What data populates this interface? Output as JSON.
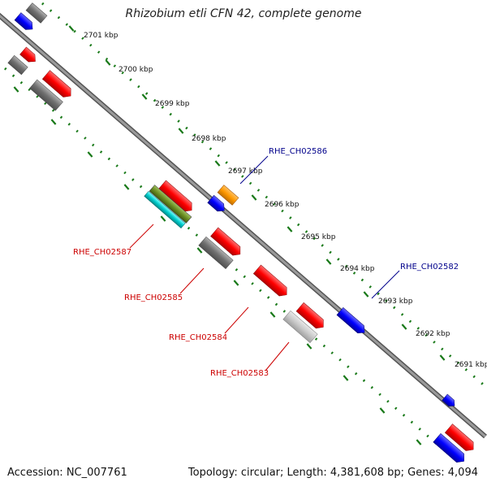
{
  "title": "Rhizobium etli CFN 42, complete genome",
  "footer": {
    "accession": "Accession: NC_007761",
    "summary": "Topology: circular; Length: 4,381,608 bp; Genes: 4,094"
  },
  "ticks": [
    "2701 kbp",
    "2700 kbp",
    "2699 kbp",
    "2698 kbp",
    "2697 kbp",
    "2696 kbp",
    "2695 kbp",
    "2694 kbp",
    "2693 kbp",
    "2692 kbp",
    "2691 kbp"
  ],
  "gene_labels": {
    "RHE_CH02586": "RHE_CH02586",
    "RHE_CH02582": "RHE_CH02582",
    "RHE_CH02587": "RHE_CH02587",
    "RHE_CH02585": "RHE_CH02585",
    "RHE_CH02584": "RHE_CH02584",
    "RHE_CH02583": "RHE_CH02583"
  },
  "colors": {
    "backbone": "#808080",
    "tick": "#1a7a1a",
    "forward_gene": "#ff0000",
    "reverse_gene": "#0000ff",
    "other_gene": "#808080",
    "label_blue": "#00008b",
    "label_red": "#cc0000"
  }
}
